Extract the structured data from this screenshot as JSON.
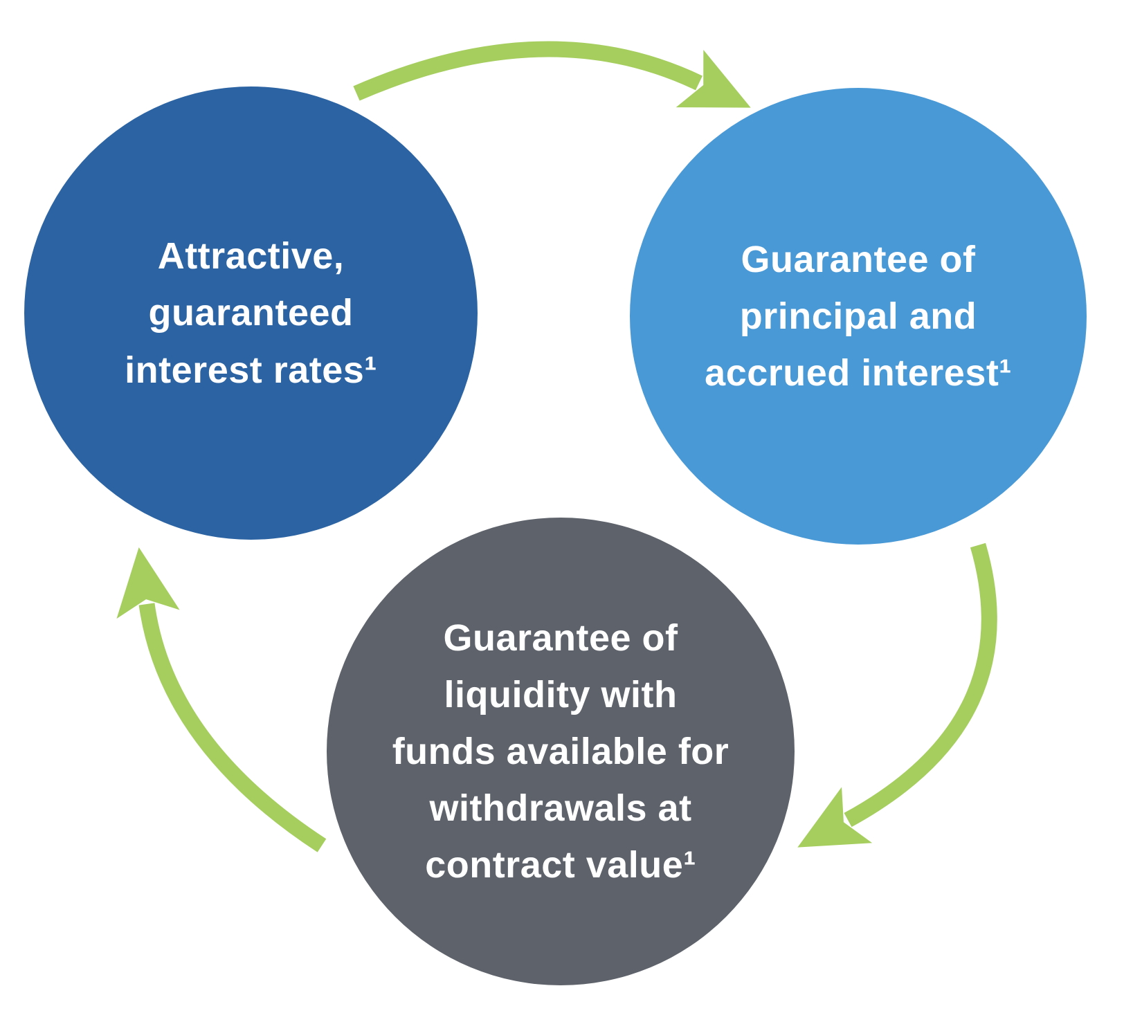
{
  "diagram": {
    "background_color": "#ffffff",
    "arrow_color": "#a5ce5f",
    "nodes": [
      {
        "label": "Attractive,\nguaranteed\ninterest rates¹",
        "color": "#2c64a3",
        "text_color": "#ffffff"
      },
      {
        "label": "Guarantee of\nprincipal and\naccrued interest¹",
        "color": "#4999d6",
        "text_color": "#ffffff"
      },
      {
        "label": "Guarantee of\nliquidity with\nfunds available for\nwithdrawals at\ncontract value¹",
        "color": "#5e626a",
        "text_color": "#ffffff"
      }
    ]
  }
}
